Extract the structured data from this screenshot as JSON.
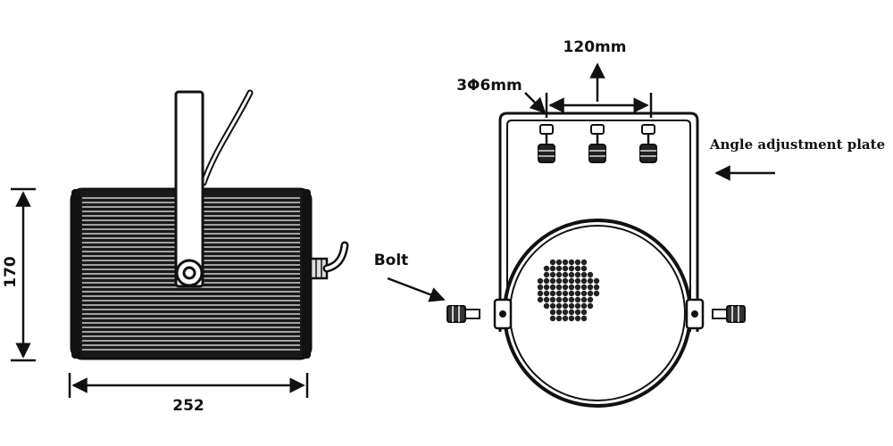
{
  "side_view": {
    "height_dim": "170",
    "width_dim": "252"
  },
  "front_view": {
    "spacing_dim": "120mm",
    "hole_spec": "3Φ6mm",
    "plate_label": "Angle adjustment plate",
    "bolt_label": "Bolt"
  },
  "colors": {
    "ink": "#111111",
    "background": "#ffffff",
    "fin_dark": "#1a1a1a",
    "fin_light": "#cfcfcf"
  }
}
